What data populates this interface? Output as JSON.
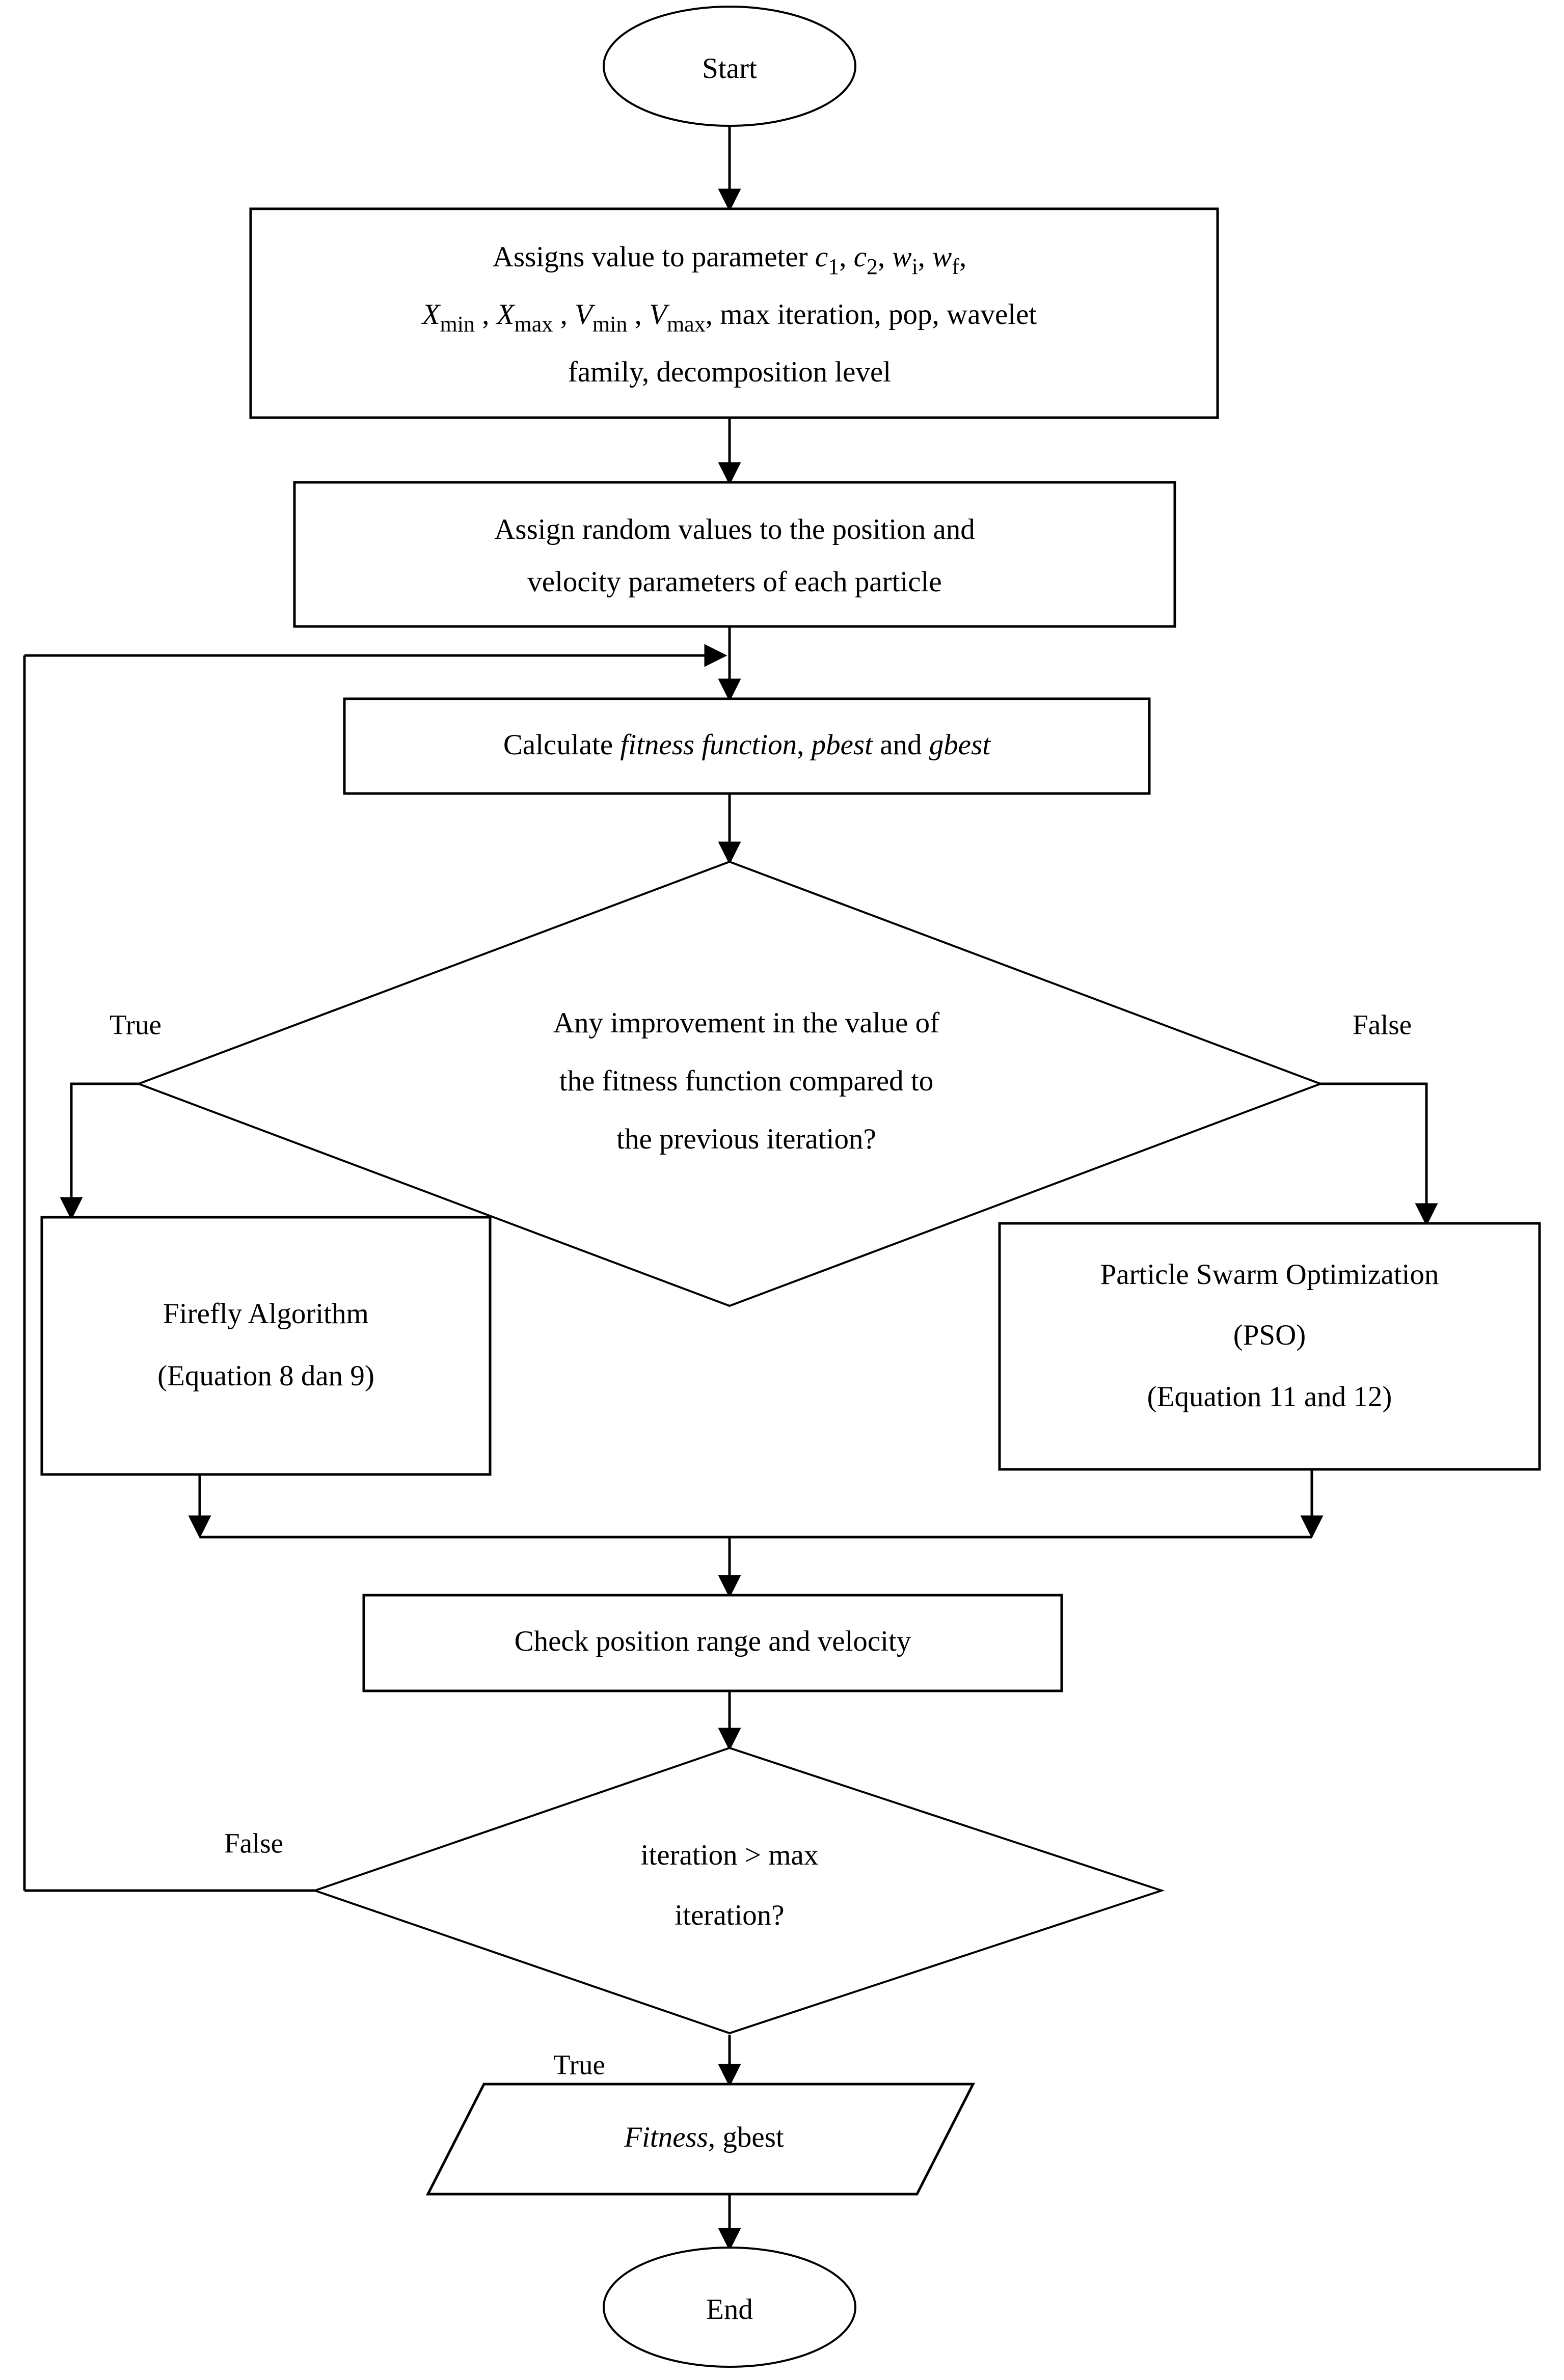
{
  "diagram": {
    "title": "PSO-Firefly hybrid optimization flowchart",
    "stroke_color": "#000000",
    "fill_color": "#ffffff",
    "background": "#ffffff"
  },
  "nodes": {
    "start": {
      "shape": "terminator",
      "label": "Start"
    },
    "assign_params": {
      "shape": "process",
      "lines": [
        {
          "segments": [
            {
              "text": "Assigns value to parameter ",
              "style": "normal"
            },
            {
              "text": "c",
              "style": "italic"
            },
            {
              "text": "1",
              "style": "sub"
            },
            {
              "text": ",  ",
              "style": "normal"
            },
            {
              "text": "c",
              "style": "italic"
            },
            {
              "text": "2",
              "style": "sub"
            },
            {
              "text": ",  ",
              "style": "normal"
            },
            {
              "text": "w",
              "style": "italic"
            },
            {
              "text": "i",
              "style": "sub"
            },
            {
              "text": ",  ",
              "style": "normal"
            },
            {
              "text": "w",
              "style": "italic"
            },
            {
              "text": "f",
              "style": "sub"
            },
            {
              "text": ",",
              "style": "normal"
            }
          ]
        },
        {
          "segments": [
            {
              "text": "X",
              "style": "italic"
            },
            {
              "text": "min",
              "style": "sub"
            },
            {
              "text": " , ",
              "style": "normal"
            },
            {
              "text": "X",
              "style": "italic"
            },
            {
              "text": "max",
              "style": "sub"
            },
            {
              "text": " ,  ",
              "style": "normal"
            },
            {
              "text": "V",
              "style": "italic"
            },
            {
              "text": "min",
              "style": "sub"
            },
            {
              "text": " ,  ",
              "style": "normal"
            },
            {
              "text": "V",
              "style": "italic"
            },
            {
              "text": "max",
              "style": "sub"
            },
            {
              "text": ", max iteration, pop, wavelet",
              "style": "normal"
            }
          ]
        },
        {
          "segments": [
            {
              "text": "family, decomposition level",
              "style": "normal"
            }
          ]
        }
      ],
      "plain_text": "Assigns value to parameter c1, c2, wi, wf, Xmin, Xmax, Vmin, Vmax, max iteration, pop, wavelet family, decomposition level"
    },
    "assign_random": {
      "shape": "process",
      "lines": [
        {
          "segments": [
            {
              "text": "Assign random values to the position and",
              "style": "normal"
            }
          ]
        },
        {
          "segments": [
            {
              "text": "velocity parameters of each particle",
              "style": "normal"
            }
          ]
        }
      ],
      "plain_text": "Assign random values to the position and velocity parameters of each particle"
    },
    "calculate_fitness": {
      "shape": "process",
      "lines": [
        {
          "segments": [
            {
              "text": "Calculate ",
              "style": "normal"
            },
            {
              "text": "fitness function",
              "style": "italic"
            },
            {
              "text": ", ",
              "style": "normal"
            },
            {
              "text": "pbest",
              "style": "italic"
            },
            {
              "text": " and ",
              "style": "normal"
            },
            {
              "text": "gbest",
              "style": "italic"
            }
          ]
        }
      ],
      "plain_text": "Calculate fitness function, pbest and gbest"
    },
    "decision_improvement": {
      "shape": "decision",
      "lines": [
        {
          "segments": [
            {
              "text": "Any improvement in the value of",
              "style": "normal"
            }
          ]
        },
        {
          "segments": [
            {
              "text": "the fitness function compared to",
              "style": "normal"
            }
          ]
        },
        {
          "segments": [
            {
              "text": "the previous iteration?",
              "style": "normal"
            }
          ]
        }
      ],
      "plain_text": "Any improvement in the value of the fitness function compared to the previous iteration?",
      "branch_left_label": "True",
      "branch_right_label": "False"
    },
    "firefly": {
      "shape": "process",
      "lines": [
        {
          "segments": [
            {
              "text": "Firefly Algorithm",
              "style": "normal"
            }
          ]
        },
        {
          "segments": [
            {
              "text": "(Equation 8 dan 9)",
              "style": "normal"
            }
          ]
        }
      ],
      "plain_text": "Firefly Algorithm (Equation 8 dan 9)"
    },
    "pso": {
      "shape": "process",
      "lines": [
        {
          "segments": [
            {
              "text": "Particle Swarm Optimization",
              "style": "normal"
            }
          ]
        },
        {
          "segments": [
            {
              "text": "(PSO)",
              "style": "normal"
            }
          ]
        },
        {
          "segments": [
            {
              "text": "(Equation 11 and 12)",
              "style": "normal"
            }
          ]
        }
      ],
      "plain_text": "Particle Swarm Optimization (PSO) (Equation 11 and 12)"
    },
    "check_position": {
      "shape": "process",
      "lines": [
        {
          "segments": [
            {
              "text": "Check position range and velocity",
              "style": "normal"
            }
          ]
        }
      ],
      "plain_text": "Check position range and velocity"
    },
    "decision_iteration": {
      "shape": "decision",
      "lines": [
        {
          "segments": [
            {
              "text": "iteration > max",
              "style": "normal"
            }
          ]
        },
        {
          "segments": [
            {
              "text": "iteration?",
              "style": "normal"
            }
          ]
        }
      ],
      "plain_text": "iteration > max iteration?",
      "branch_left_label": "False",
      "branch_down_label": "True"
    },
    "output": {
      "shape": "parallelogram",
      "lines": [
        {
          "segments": [
            {
              "text": "Fitness",
              "style": "italic"
            },
            {
              "text": ", gbest",
              "style": "normal"
            }
          ]
        }
      ],
      "plain_text": "Fitness, gbest"
    },
    "end": {
      "shape": "terminator",
      "label": "End"
    }
  },
  "edge_labels": {
    "improvement_true": "True",
    "improvement_false": "False",
    "iteration_false": "False",
    "iteration_true": "True"
  },
  "text": {
    "start_label": "Start",
    "end_label": "End",
    "params_line1_prefix": "Assigns value to parameter ",
    "params_line2_tail": ", max iteration, pop, wavelet",
    "params_line3": "family, decomposition level",
    "random_line1": "Assign random values to the position and",
    "random_line2": "velocity parameters of each particle",
    "calc_prefix": "Calculate ",
    "calc_fitness_function": "fitness function",
    "calc_mid": ", ",
    "calc_pbest": "pbest",
    "calc_and": " and ",
    "calc_gbest": "gbest",
    "decision1_l1": "Any improvement in the value of",
    "decision1_l2": "the fitness function compared to",
    "decision1_l3": "the previous iteration?",
    "firefly_l1": "Firefly Algorithm",
    "firefly_l2": "(Equation 8 dan 9)",
    "pso_l1": "Particle Swarm Optimization",
    "pso_l2": "(PSO)",
    "pso_l3": "(Equation 11 and 12)",
    "check_l1": "Check position range and velocity",
    "decision2_l1": "iteration > max",
    "decision2_l2": "iteration?",
    "output_fitness": "Fitness",
    "output_gbest": ", gbest",
    "true_1": "True",
    "false_1": "False",
    "false_2": "False",
    "true_2": "True",
    "sub_c1": "1",
    "sub_c2": "2",
    "sub_wi": "i",
    "sub_wf": "f",
    "sub_min": "min",
    "sub_max": "max",
    "var_c": "c",
    "var_w": "w",
    "var_X": "X",
    "var_V": "V",
    "comma_sp": ",  ",
    "comma_sp2": " , ",
    "comma_sp3": " ,  "
  }
}
